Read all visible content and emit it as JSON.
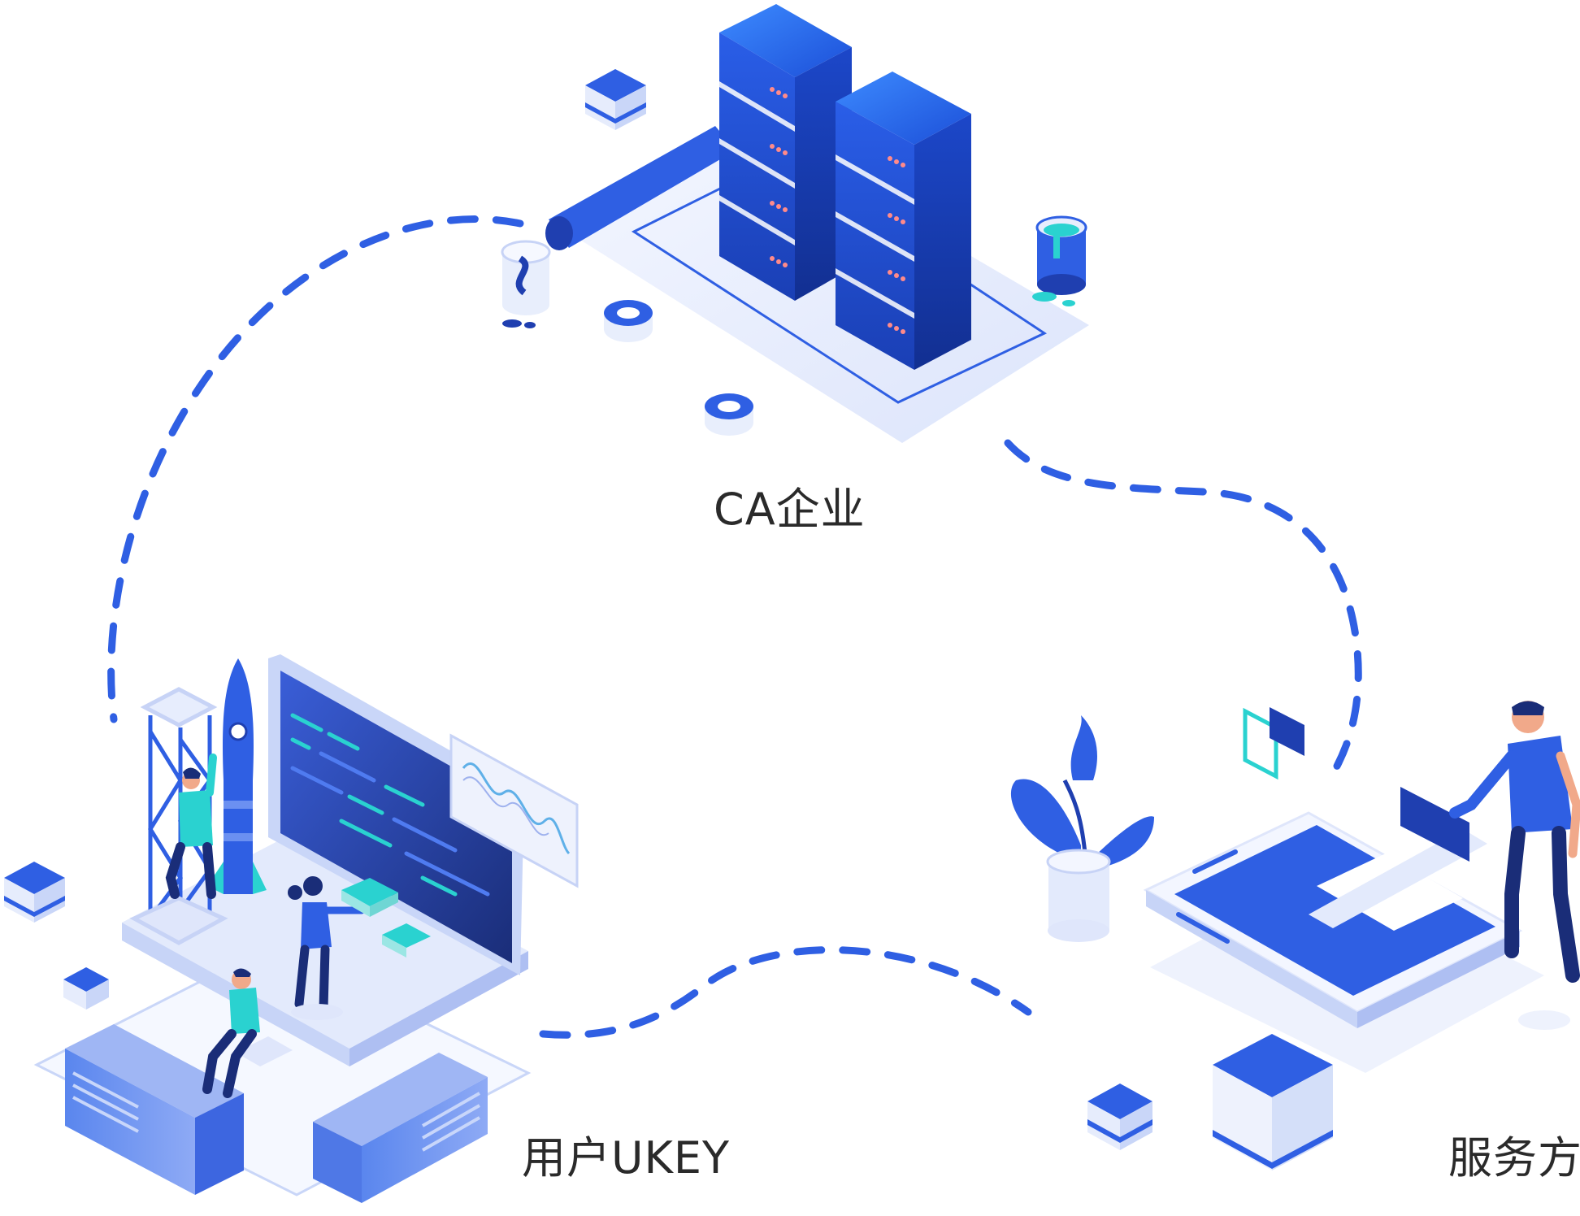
{
  "nodes": {
    "ca": {
      "label": "CA企业"
    },
    "ukey": {
      "label": "用户UKEY"
    },
    "service": {
      "label": "服务方"
    }
  },
  "colors": {
    "primary": "#2f5fe3",
    "deep": "#1f3fb0",
    "light": "#dfe6fb",
    "pale": "#eef2fd",
    "cyan": "#2ad2d0",
    "text": "#2a2a2a"
  }
}
